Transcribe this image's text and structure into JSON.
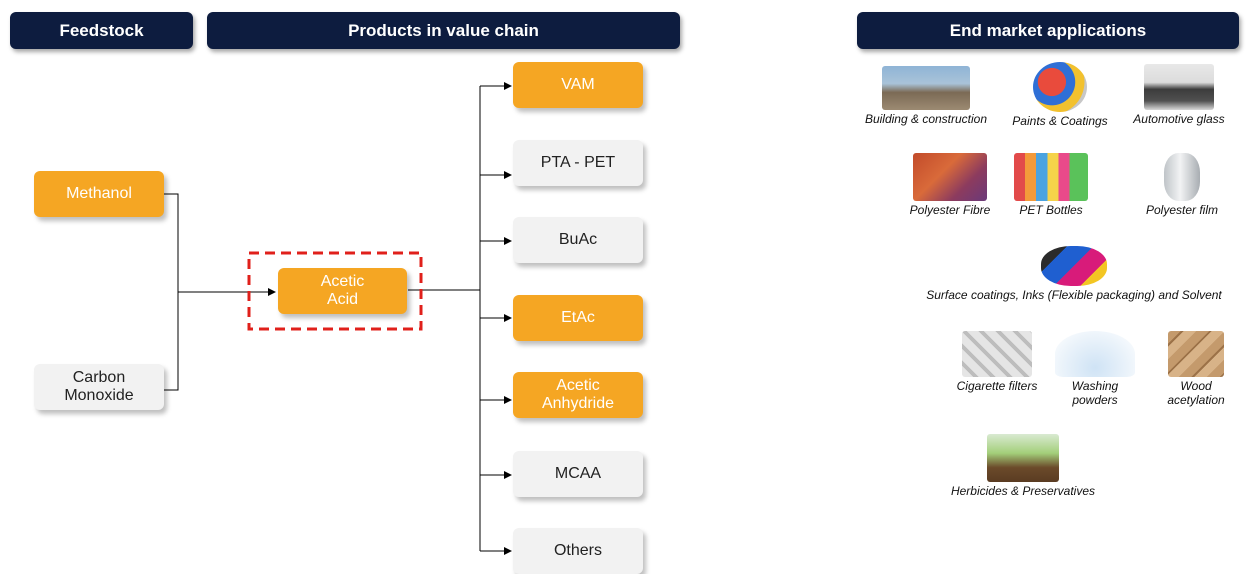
{
  "headers": {
    "feedstock": "Feedstock",
    "products": "Products in value chain",
    "end_market": "End market applications"
  },
  "feedstock": {
    "methanol": "Methanol",
    "carbon_monoxide": [
      "Carbon",
      "Monoxide"
    ]
  },
  "center": {
    "acetic_acid": [
      "Acetic",
      "Acid"
    ],
    "highlight_color": "#e0201b"
  },
  "products": {
    "vam": "VAM",
    "pta_pet": "PTA - PET",
    "buac": "BuAc",
    "etac": "EtAc",
    "acetic_anhydride": [
      "Acetic",
      "Anhydride"
    ],
    "mcaa": "MCAA",
    "others": "Others"
  },
  "applications": {
    "building": "Building & construction",
    "paints": "Paints & Coatings",
    "automotive": "Automotive glass",
    "polyester_fibre": "Polyester Fibre",
    "pet_bottles": "PET Bottles",
    "polyester_film": "Polyester film",
    "surface_coatings": "Surface coatings, Inks (Flexible packaging) and Solvent",
    "cigarette": "Cigarette filters",
    "washing": [
      "Washing",
      "powders"
    ],
    "wood": [
      "Wood",
      "acetylation"
    ],
    "herbicides": "Herbicides & Preservatives"
  },
  "colors": {
    "header_bg": "#0d1c3f",
    "orange": "#f5a623",
    "grey": "#f2f2f2"
  }
}
